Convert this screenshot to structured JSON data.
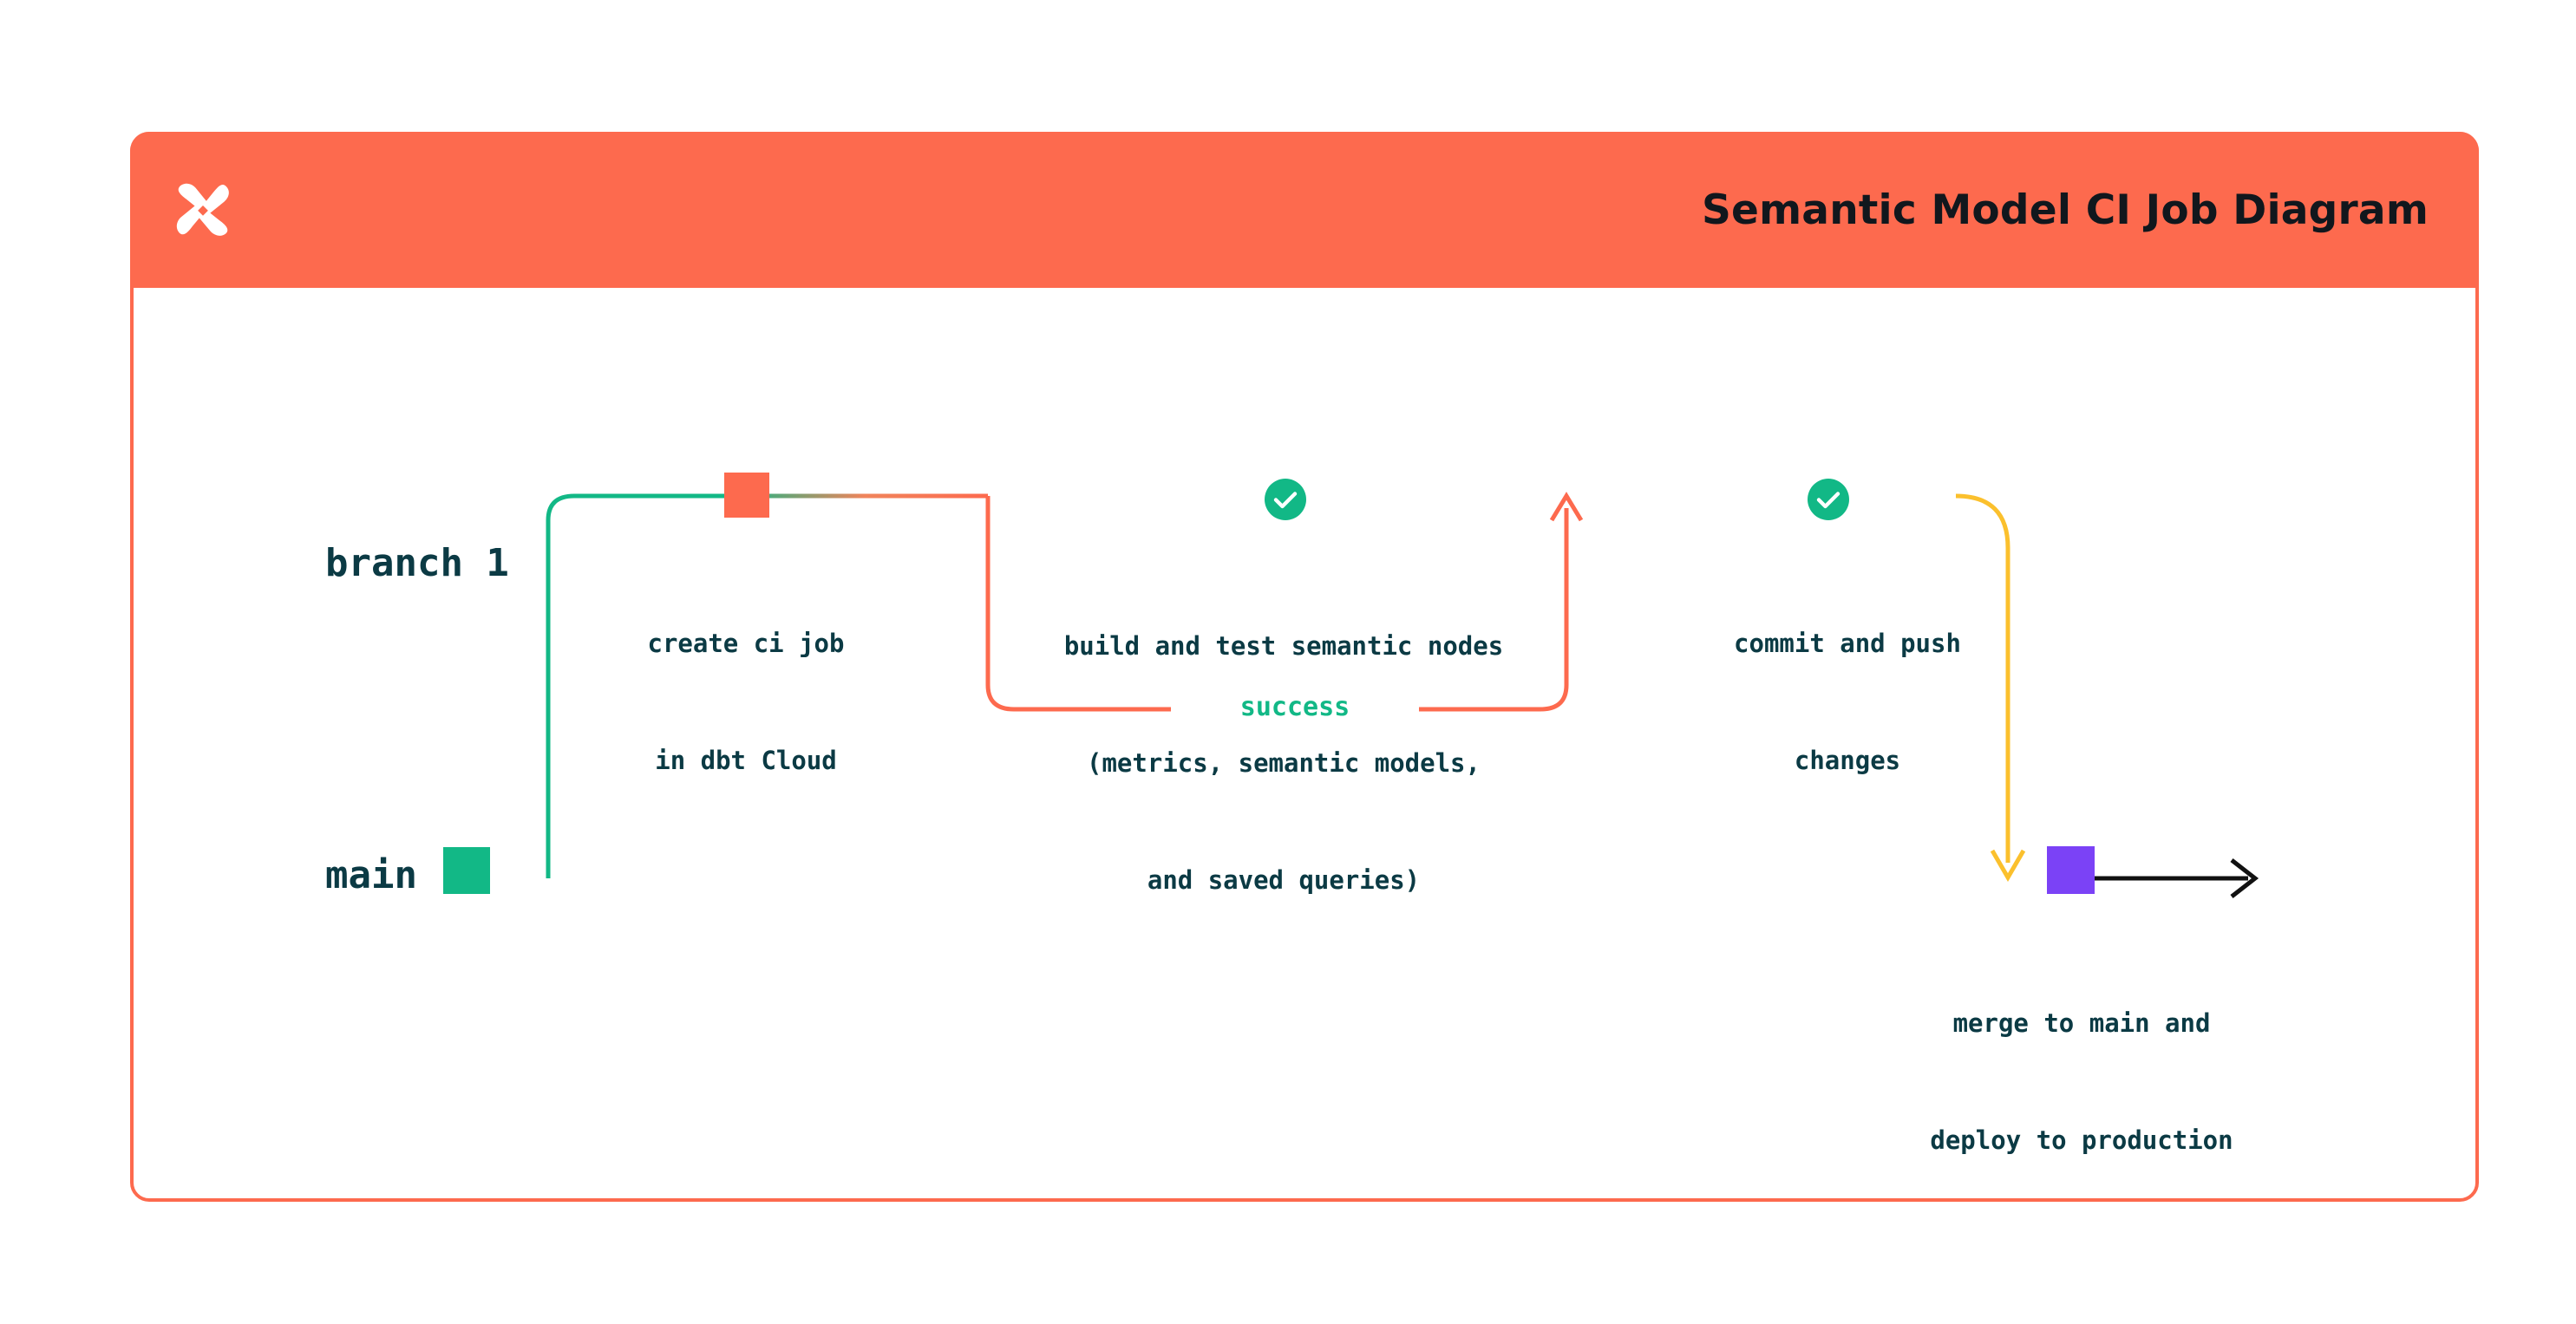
{
  "header": {
    "title": "Semantic Model CI Job Diagram",
    "logo_icon": "dbt-logo-icon",
    "bar_color": "#FD6A4E",
    "title_color": "#11171d"
  },
  "card": {
    "border_color": "#FD6A4E",
    "background": "#ffffff"
  },
  "diagram": {
    "type": "git-branch-flow",
    "lanes": [
      {
        "id": "branch1",
        "label": "branch 1",
        "color": "#FD6A4E"
      },
      {
        "id": "main",
        "label": "main",
        "color": "#12B886"
      }
    ],
    "nodes": [
      {
        "id": "main-start",
        "lane": "main",
        "marker": "square",
        "color": "#12B886",
        "caption": ""
      },
      {
        "id": "create-ci-job",
        "lane": "branch1",
        "marker": "square",
        "color": "#FD6A4E",
        "caption_line1": "create ci job",
        "caption_line2": "in dbt Cloud"
      },
      {
        "id": "build-test",
        "lane": "branch1",
        "marker": "check-circle",
        "color": "#12B886",
        "caption_line1": "build and test semantic nodes",
        "caption_line2": "(metrics, semantic models,",
        "caption_line3": "and saved queries)"
      },
      {
        "id": "commit-push",
        "lane": "branch1",
        "marker": "check-circle",
        "color": "#12B886",
        "caption_line1": "commit and push",
        "caption_line2": "changes"
      },
      {
        "id": "merge-deploy",
        "lane": "main",
        "marker": "square",
        "color": "#7B42F6",
        "caption_line1": "merge to main and",
        "caption_line2": "deploy to production"
      }
    ],
    "edges": [
      {
        "id": "branch-out",
        "from": "main-start",
        "to": "create-ci-job",
        "color_start": "#12B886",
        "color_end": "#FD6A4E"
      },
      {
        "id": "retry-loop",
        "from": "build-test",
        "to": "build-test",
        "label": "success",
        "label_color": "#12B886",
        "color": "#FD6A4E"
      },
      {
        "id": "merge-back",
        "from": "commit-push",
        "to": "merge-deploy",
        "color": "#FBC02D"
      },
      {
        "id": "continue-main",
        "from": "merge-deploy",
        "to": "",
        "color": "#111111",
        "arrow": true
      }
    ],
    "loop_label": "success",
    "colors": {
      "orange": "#FD6A4E",
      "teal": "#12B886",
      "yellow": "#FBC02D",
      "purple": "#7B42F6",
      "black": "#111111",
      "text": "#0b3a44"
    }
  }
}
